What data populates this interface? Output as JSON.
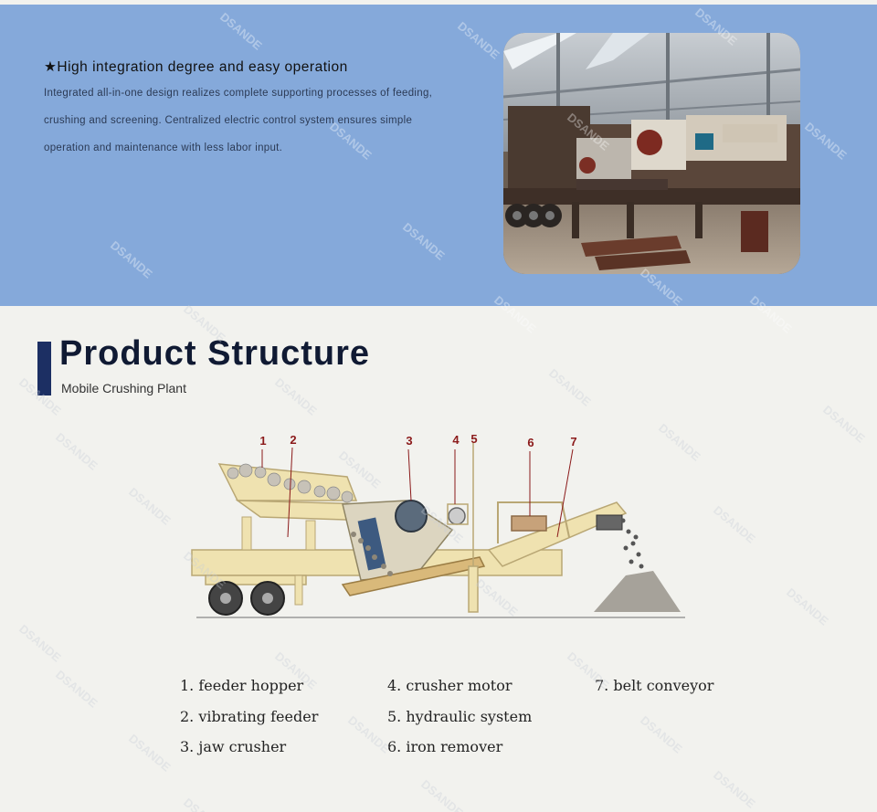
{
  "feature": {
    "title": "★High integration degree and easy operation",
    "lines": [
      "Integrated all-in-one design realizes complete supporting processes of feeding,",
      "crushing and screening. Centralized electric control system ensures simple",
      "operation and maintenance with less labor input."
    ]
  },
  "structure": {
    "title": "Product Structure",
    "subtitle": "Mobile Crushing Plant",
    "callouts": [
      "1",
      "2",
      "3",
      "4",
      "5",
      "6",
      "7"
    ]
  },
  "legend": [
    "1. feeder hopper",
    "2. vibrating feeder",
    "3. jaw crusher",
    "4. crusher motor",
    "5. hydraulic system",
    "6. iron remover",
    "7. belt conveyor"
  ],
  "watermark": "DSANDE",
  "colors": {
    "band": "#85a9da",
    "background": "#f2f2ee",
    "heading_bar": "#1c2f63",
    "callout": "#8b1a1a",
    "machine": "#efe2b0"
  }
}
